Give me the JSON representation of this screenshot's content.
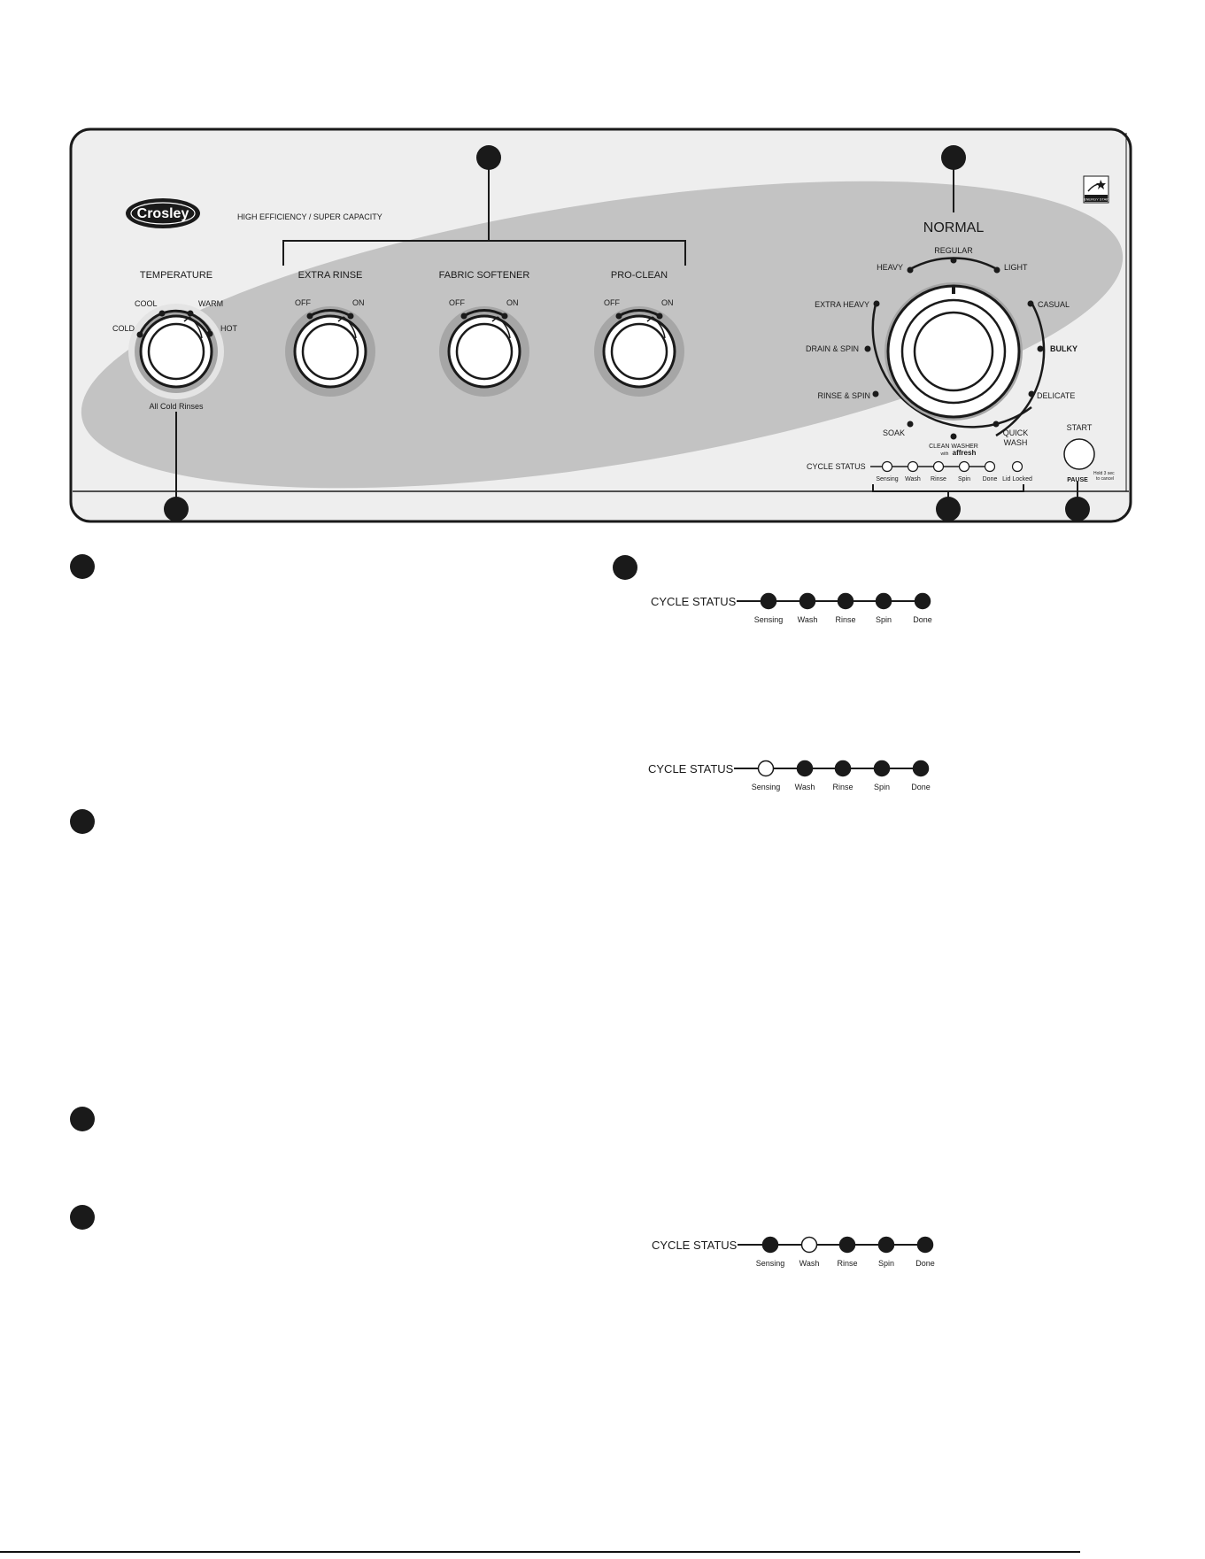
{
  "brand": {
    "logo_text": "Crosley",
    "tagline": "HIGH EFFICIENCY / SUPER CAPACITY",
    "energy_star": "ENERGY STAR"
  },
  "panel": {
    "temperature": {
      "title": "TEMPERATURE",
      "positions": [
        "COLD",
        "COOL",
        "WARM",
        "HOT"
      ],
      "caption": "All Cold Rinses"
    },
    "options": [
      {
        "title": "EXTRA RINSE",
        "off": "OFF",
        "on": "ON"
      },
      {
        "title": "FABRIC SOFTENER",
        "off": "OFF",
        "on": "ON"
      },
      {
        "title": "PRO-CLEAN",
        "off": "OFF",
        "on": "ON"
      }
    ],
    "cycle_dial": {
      "group_label": "NORMAL",
      "cycles": {
        "regular": "REGULAR",
        "heavy": "HEAVY",
        "light": "LIGHT",
        "extra_heavy": "EXTRA HEAVY",
        "casual": "CASUAL",
        "drain_spin": "DRAIN & SPIN",
        "bulky": "BULKY",
        "rinse_spin": "RINSE & SPIN",
        "delicate": "DELICATE",
        "soak": "SOAK",
        "clean_washer_1": "CLEAN WASHER",
        "clean_washer_2": "with",
        "clean_washer_3": "affresh",
        "quick_wash_1": "QUICK",
        "quick_wash_2": "WASH"
      }
    },
    "cycle_status": {
      "label": "CYCLE STATUS",
      "stages": [
        "Sensing",
        "Wash",
        "Rinse",
        "Spin",
        "Done",
        "Lid Locked"
      ]
    },
    "start": {
      "label": "START",
      "pause": "PAUSE",
      "hold_note_1": "Hold 3 sec",
      "hold_note_2": "to cancel"
    }
  },
  "status_examples": [
    {
      "label": "CYCLE STATUS",
      "stages": [
        "Sensing",
        "Wash",
        "Rinse",
        "Spin",
        "Done"
      ],
      "lit": [
        true,
        true,
        true,
        true,
        true
      ]
    },
    {
      "label": "CYCLE STATUS",
      "stages": [
        "Sensing",
        "Wash",
        "Rinse",
        "Spin",
        "Done"
      ],
      "lit": [
        false,
        true,
        true,
        true,
        true
      ]
    },
    {
      "label": "CYCLE STATUS",
      "stages": [
        "Sensing",
        "Wash",
        "Rinse",
        "Spin",
        "Done"
      ],
      "lit": [
        true,
        false,
        true,
        true,
        true
      ]
    }
  ],
  "colors": {
    "panel_fill": "#eeeeee",
    "swoosh_fill": "#c3c3c3",
    "knob_ring": "#a6a6a6",
    "ink": "#1a1a1a"
  }
}
